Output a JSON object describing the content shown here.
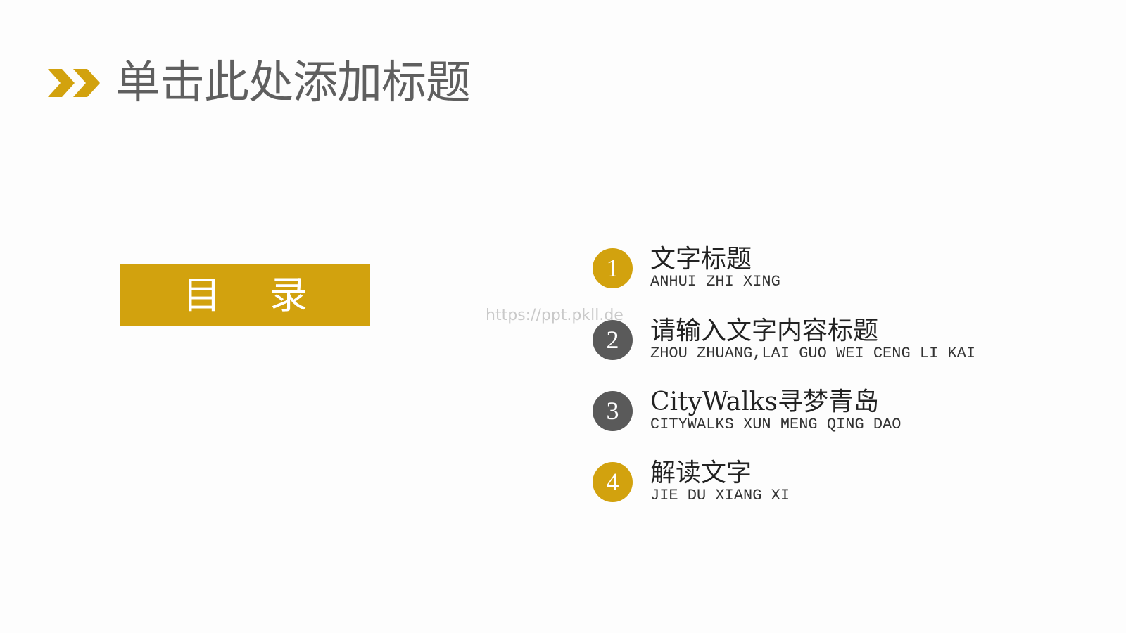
{
  "header": {
    "title": "单击此处添加标题",
    "icon": "double-chevron-right-icon",
    "accent_color": "#d2a20e"
  },
  "toc": {
    "label": "目 录",
    "color": "#d2a20e"
  },
  "watermark": "https://ppt.pkll.de",
  "menu": [
    {
      "number": "1",
      "title": "文字标题",
      "subtitle": "ANHUI ZHI XING",
      "circle_color": "#d2a20e"
    },
    {
      "number": "2",
      "title": "请输入文字内容标题",
      "subtitle": "ZHOU ZHUANG,LAI GUO WEI CENG LI KAI",
      "circle_color": "#5a5a5a"
    },
    {
      "number": "3",
      "title": "CityWalks寻梦青岛",
      "subtitle": "CITYWALKS XUN MENG QING DAO",
      "circle_color": "#5a5a5a"
    },
    {
      "number": "4",
      "title": "解读文字",
      "subtitle": "JIE DU XIANG XI",
      "circle_color": "#d2a20e"
    }
  ]
}
